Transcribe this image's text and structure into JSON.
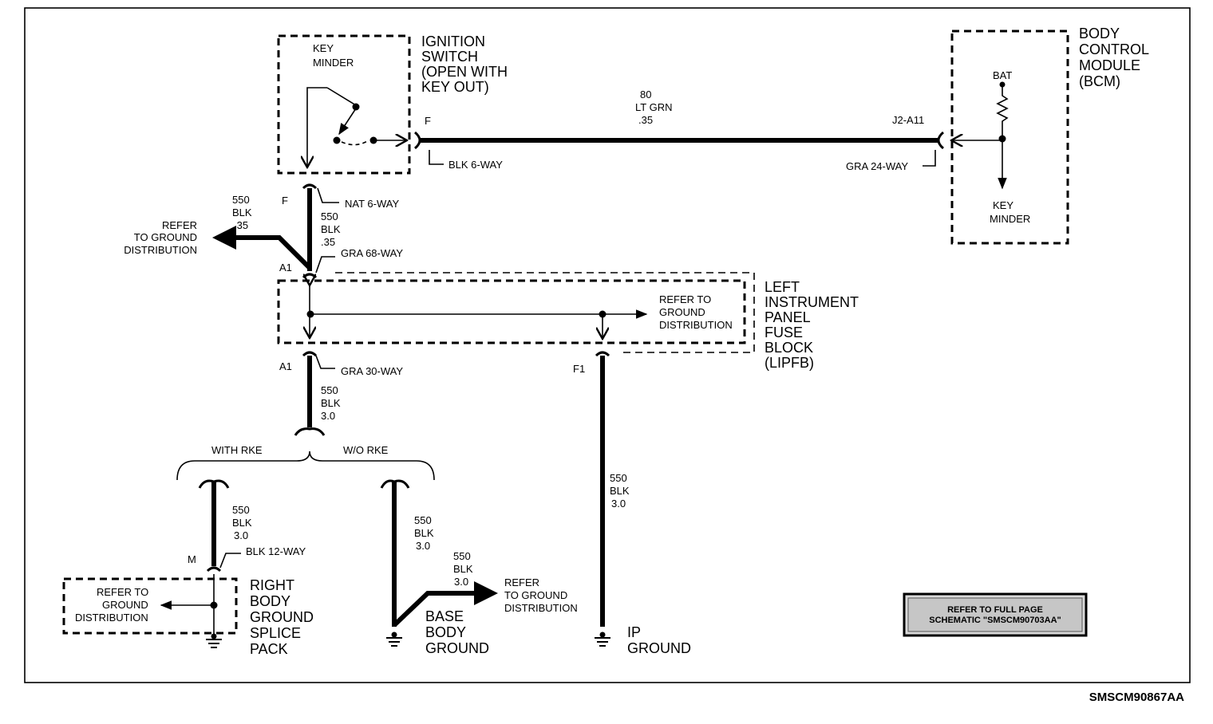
{
  "diagram_id": "SMSCM90867AA",
  "note_box": {
    "line1": "REFER TO FULL PAGE",
    "line2": "SCHEMATIC \"SMSCM90703AA\""
  },
  "ignition_switch": {
    "label": [
      "IGNITION",
      "SWITCH",
      "(OPEN WITH",
      "KEY OUT)"
    ],
    "inner_label": [
      "KEY",
      "MINDER"
    ]
  },
  "bcm": {
    "label": [
      "BODY",
      "CONTROL",
      "MODULE",
      "(BCM)"
    ],
    "bat": "BAT",
    "inner_label": [
      "KEY",
      "MINDER"
    ]
  },
  "lipfb": {
    "label": [
      "LEFT",
      "INSTRUMENT",
      "PANEL",
      "FUSE",
      "BLOCK",
      "(LIPFB)"
    ],
    "refer": [
      "REFER TO",
      "GROUND",
      "DISTRIBUTION"
    ]
  },
  "circuit_80": {
    "wire": [
      "80",
      "LT GRN",
      ".35"
    ],
    "pin_left": "F",
    "pin_right": "J2-A11",
    "conn_left": "BLK 6-WAY",
    "conn_right": "GRA 24-WAY"
  },
  "upper_left": {
    "pin_f": "F",
    "conn_nat": "NAT 6-WAY",
    "wire_main": [
      "550",
      "BLK",
      ".35"
    ],
    "wire_branch": [
      "550",
      "BLK",
      ".35"
    ],
    "refer": [
      "REFER",
      "TO GROUND",
      "DISTRIBUTION"
    ],
    "pin_a1": "A1",
    "conn_gra68": "GRA 68-WAY"
  },
  "lower_left": {
    "pin_a1": "A1",
    "conn_gra30": "GRA 30-WAY",
    "wire": [
      "550",
      "BLK",
      "3.0"
    ],
    "with_rke": "WITH RKE",
    "without_rke": "W/O RKE"
  },
  "right_body": {
    "wire": [
      "550",
      "BLK",
      "3.0"
    ],
    "pin_m": "M",
    "conn": "BLK 12-WAY",
    "refer": [
      "REFER TO",
      "GROUND",
      "DISTRIBUTION"
    ],
    "label": [
      "RIGHT",
      "BODY",
      "GROUND",
      "SPLICE",
      "PACK"
    ]
  },
  "base_body": {
    "wire_vert": [
      "550",
      "BLK",
      "3.0"
    ],
    "wire_branch": [
      "550",
      "BLK",
      "3.0"
    ],
    "refer": [
      "REFER",
      "TO GROUND",
      "DISTRIBUTION"
    ],
    "label": [
      "BASE",
      "BODY",
      "GROUND"
    ]
  },
  "ip": {
    "pin_f1": "F1",
    "wire": [
      "550",
      "BLK",
      "3.0"
    ],
    "label": [
      "IP",
      "GROUND"
    ]
  }
}
